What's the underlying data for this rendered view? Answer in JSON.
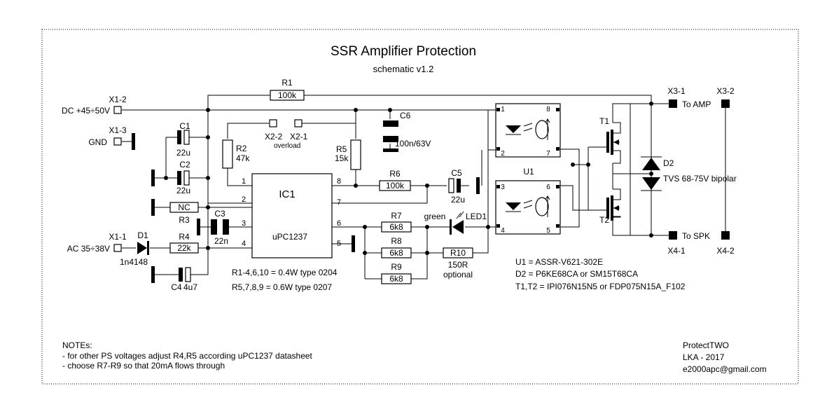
{
  "title": "SSR Amplifier Protection",
  "subtitle": "schematic v1.2",
  "connectors": {
    "x1_2": "X1-2",
    "x1_3": "X1-3",
    "x1_1": "X1-1",
    "x2_2": "X2-2",
    "x2_1": "X2-1",
    "x2_label": "overload",
    "x3_1": "X3-1",
    "x3_2": "X3-2",
    "x4_1": "X4-1",
    "x4_2": "X4-2"
  },
  "nets": {
    "dc": "DC +45÷50V",
    "gnd": "GND",
    "ac": "AC 35÷38V",
    "to_amp": "To AMP",
    "to_spk": "To SPK"
  },
  "components": {
    "r1": {
      "ref": "R1",
      "value": "100k"
    },
    "r2": {
      "ref": "R2",
      "value": "47k"
    },
    "r3": {
      "ref": "R3",
      "value": "NC"
    },
    "r4": {
      "ref": "R4",
      "value": "22k"
    },
    "r5": {
      "ref": "R5",
      "value": "15k"
    },
    "r6": {
      "ref": "R6",
      "value": "100k"
    },
    "r7": {
      "ref": "R7",
      "value": "6k8"
    },
    "r8": {
      "ref": "R8",
      "value": "6k8"
    },
    "r9": {
      "ref": "R9",
      "value": "6k8"
    },
    "r10": {
      "ref": "R10",
      "value": "150R",
      "note": "optional"
    },
    "c1": {
      "ref": "C1",
      "value": "22u"
    },
    "c2": {
      "ref": "C2",
      "value": "22u"
    },
    "c3": {
      "ref": "C3",
      "value": "22n"
    },
    "c4": {
      "ref": "C4",
      "value": "4u7"
    },
    "c5": {
      "ref": "C5",
      "value": "22u"
    },
    "c6": {
      "ref": "C6",
      "value": "100n/63V"
    },
    "d1": {
      "ref": "D1",
      "value": "1n4148"
    },
    "d2": {
      "ref": "D2",
      "value": "TVS 68-75V bipolar"
    },
    "led1": {
      "ref": "LED1",
      "color": "green"
    },
    "ic1": {
      "ref": "IC1",
      "value": "uPC1237",
      "pins": [
        "1",
        "2",
        "3",
        "4",
        "5",
        "6",
        "7",
        "8"
      ]
    },
    "u1": {
      "ref": "U1",
      "pins": [
        "1",
        "2",
        "8",
        "7",
        "3",
        "4",
        "6",
        "5"
      ]
    },
    "t1": {
      "ref": "T1"
    },
    "t2": {
      "ref": "T2"
    }
  },
  "bom": {
    "line1": "R1-4,6,10 = 0.4W type 0204",
    "line2": "R5,7,8,9 = 0.6W type 0207",
    "u1": "U1 = ASSR-V621-302E",
    "d2": "D2 = P6KE68CA or SM15T68CA",
    "t": "T1,T2 = IPI076N15N5 or FDP075N15A_F102"
  },
  "notes": {
    "title": "NOTEs:",
    "items": [
      "- for other PS voltages adjust R4,R5 according uPC1237 datasheet",
      "- choose R7-R9 so that 20mA flows through"
    ]
  },
  "credits": {
    "project": "ProtectTWO",
    "author": "LKA - 2017",
    "email": "e2000apc@gmail.com"
  }
}
